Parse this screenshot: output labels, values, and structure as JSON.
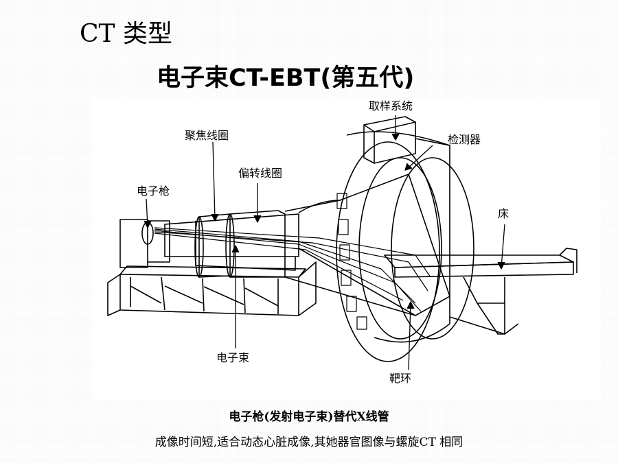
{
  "slide": {
    "title": "CT 类型",
    "subtitle": "电子束CT-EBT(第五代)"
  },
  "figure": {
    "labels": {
      "sampling_system": "取样系统",
      "focusing_coil": "聚焦线圈",
      "detector": "检测器",
      "deflection_coil": "偏转线圈",
      "electron_gun": "电子枪",
      "bed": "床",
      "electron_beam": "电子束",
      "target_ring": "靶环"
    }
  },
  "caption": {
    "bold_line": "电子枪(发射电子束)替代X线管",
    "body_line": "成像时间短,适合动态心脏成像,其她器官图像与螺旋CT 相同"
  }
}
